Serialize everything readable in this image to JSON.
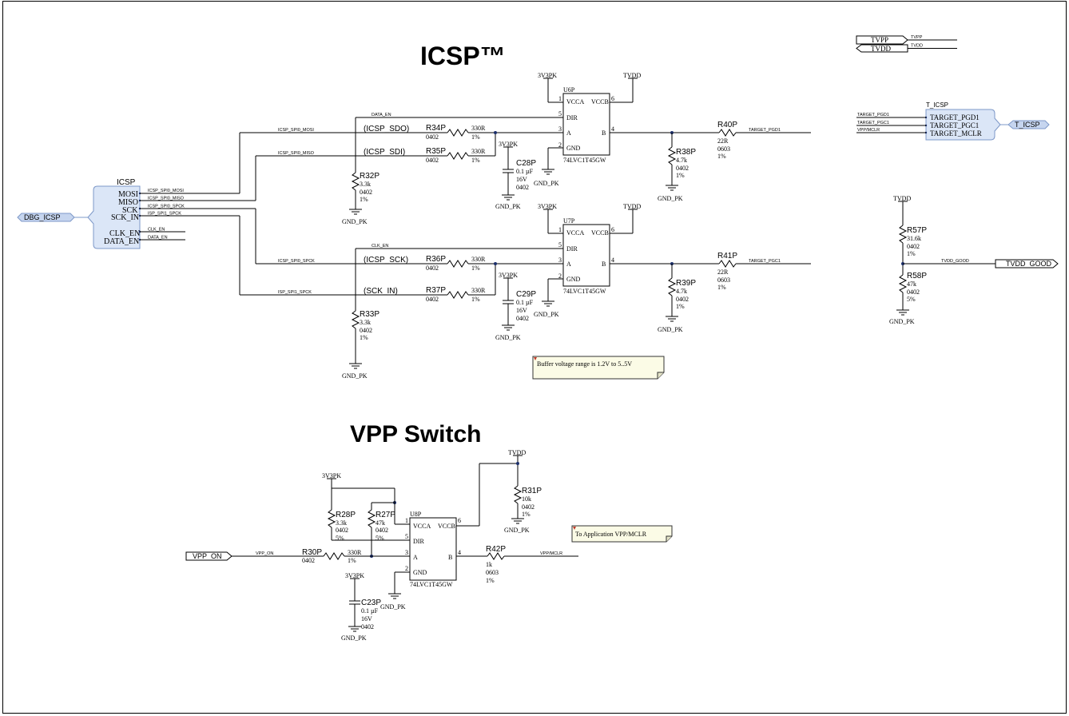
{
  "titles": {
    "icsp": "ICSP™",
    "vpp_switch": "VPP Switch"
  },
  "ports": {
    "tvpp": "TVPP",
    "tvdd": "TVDD",
    "dbg_icsp": "DBG_ICSP",
    "t_icsp": "T_ICSP",
    "tvdd_good": "TVDD_GOOD",
    "vpp_on": "VPP_ON"
  },
  "nets": {
    "tvpp": "TVPP",
    "tvdd": "TVDD",
    "data_en": "DATA_EN",
    "clk_en": "CLK_EN",
    "icsp_spi0_mosi": "ICSP_SPI0_MOSI",
    "icsp_spi0_miso": "ICSP_SPI0_MISO",
    "icsp_spi0_spck": "ICSP_SPI0_SPCK",
    "isp_spi1_spck": "ISP_SPI1_SPCK",
    "target_pgd1": "TARGET_PGD1",
    "target_pgc1": "TARGET_PGC1",
    "vpp_mclr_net": "VPP/MCLR",
    "tvdd_good": "TVDD_GOOD",
    "vpp_on": "VPP_ON"
  },
  "power": {
    "v3v3pk": "3V3PK",
    "tvdd": "TVDD",
    "gnd": "GND_PK"
  },
  "icsp_block": {
    "title": "ICSP",
    "pins": [
      "MOSI",
      "MISO",
      "SCK",
      "SCK_IN",
      "CLK_EN",
      "DATA_EN"
    ]
  },
  "t_icsp_block": {
    "title": "T_ICSP",
    "pins": [
      "TARGET_PGD1",
      "TARGET_PGC1",
      "TARGET_MCLR"
    ]
  },
  "buffer": {
    "part": "74LVC1T45GW",
    "vcca": "VCCA",
    "vccb": "VCCB",
    "dir": "DIR",
    "a": "A",
    "b": "B",
    "gnd": "GND",
    "pin1": "1",
    "pin2": "2",
    "pin3": "3",
    "pin4": "4",
    "pin5": "5",
    "pin6": "6"
  },
  "u6": {
    "ref": "U6P"
  },
  "u7": {
    "ref": "U7P"
  },
  "u8": {
    "ref": "U8P"
  },
  "labels": {
    "icsp_sdo": "(ICSP_SDO)",
    "icsp_sdi": "(ICSP_SDI)",
    "icsp_sck": "(ICSP_SCK)",
    "sck_in": "(SCK_IN)"
  },
  "resistors": {
    "r34": {
      "ref": "R34P",
      "value": "330R",
      "pkg": "0402",
      "tol": "1%"
    },
    "r35": {
      "ref": "R35P",
      "value": "330R",
      "pkg": "0402",
      "tol": "1%"
    },
    "r36": {
      "ref": "R36P",
      "value": "330R",
      "pkg": "0402",
      "tol": "1%"
    },
    "r37": {
      "ref": "R37P",
      "value": "330R",
      "pkg": "0402",
      "tol": "1%"
    },
    "r32": {
      "ref": "R32P",
      "value": "3.3k",
      "pkg": "0402",
      "tol": "1%"
    },
    "r33": {
      "ref": "R33P",
      "value": "3.3k",
      "pkg": "0402",
      "tol": "1%"
    },
    "r38": {
      "ref": "R38P",
      "value": "4.7k",
      "pkg": "0402",
      "tol": "1%"
    },
    "r39": {
      "ref": "R39P",
      "value": "4.7k",
      "pkg": "0402",
      "tol": "1%"
    },
    "r40": {
      "ref": "R40P",
      "value": "22R",
      "pkg": "0603",
      "tol": "1%"
    },
    "r41": {
      "ref": "R41P",
      "value": "22R",
      "pkg": "0603",
      "tol": "1%"
    },
    "r57": {
      "ref": "R57P",
      "value": "31.6k",
      "pkg": "0402",
      "tol": "1%"
    },
    "r58": {
      "ref": "R58P",
      "value": "47k",
      "pkg": "0402",
      "tol": "5%"
    },
    "r28": {
      "ref": "R28P",
      "value": "3.3k",
      "pkg": "0402",
      "tol": "5%"
    },
    "r27": {
      "ref": "R27P",
      "value": "47k",
      "pkg": "0402",
      "tol": "5%"
    },
    "r30": {
      "ref": "R30P",
      "value": "330R",
      "pkg": "0402",
      "tol": "1%"
    },
    "r31": {
      "ref": "R31P",
      "value": "10k",
      "pkg": "0402",
      "tol": "1%"
    },
    "r42": {
      "ref": "R42P",
      "value": "1k",
      "pkg": "0603",
      "tol": "1%"
    }
  },
  "capacitors": {
    "c28": {
      "ref": "C28P",
      "value": "0.1 µF",
      "volt": "16V",
      "pkg": "0402"
    },
    "c29": {
      "ref": "C29P",
      "value": "0.1 µF",
      "volt": "16V",
      "pkg": "0402"
    },
    "c23": {
      "ref": "C23P",
      "value": "0.1 µF",
      "volt": "16V",
      "pkg": "0402"
    }
  },
  "notes": {
    "buffer_range": "Buffer voltage range is 1.2V to 5..5V",
    "to_app": "To Application VPP/MCLR"
  }
}
